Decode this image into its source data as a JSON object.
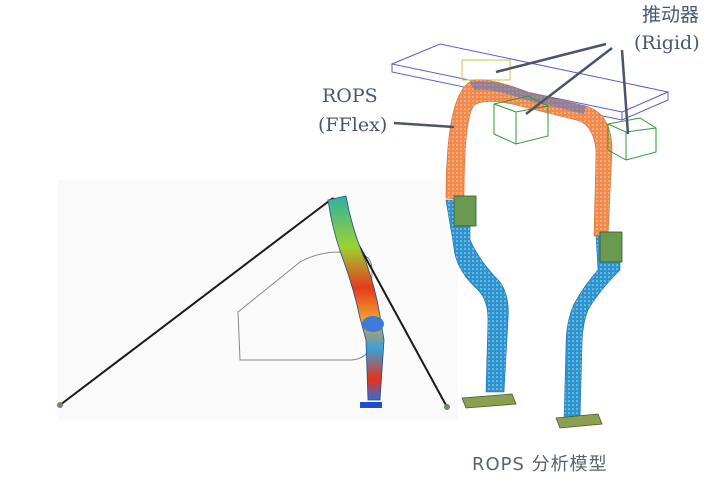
{
  "labels": {
    "actuator": "推动器",
    "actuator_sub": "(Rigid)",
    "rops": "ROPS",
    "rops_sub": "(FFlex)"
  },
  "caption": "ROPS 分析模型",
  "colors": {
    "label_text": "#4a5670",
    "leader_line": "#4b5568",
    "tube_upper": "#f0874a",
    "tube_lower": "#2f95d0",
    "frame_blue": "#5b5bd6",
    "frame_green": "#2f9a3a"
  }
}
